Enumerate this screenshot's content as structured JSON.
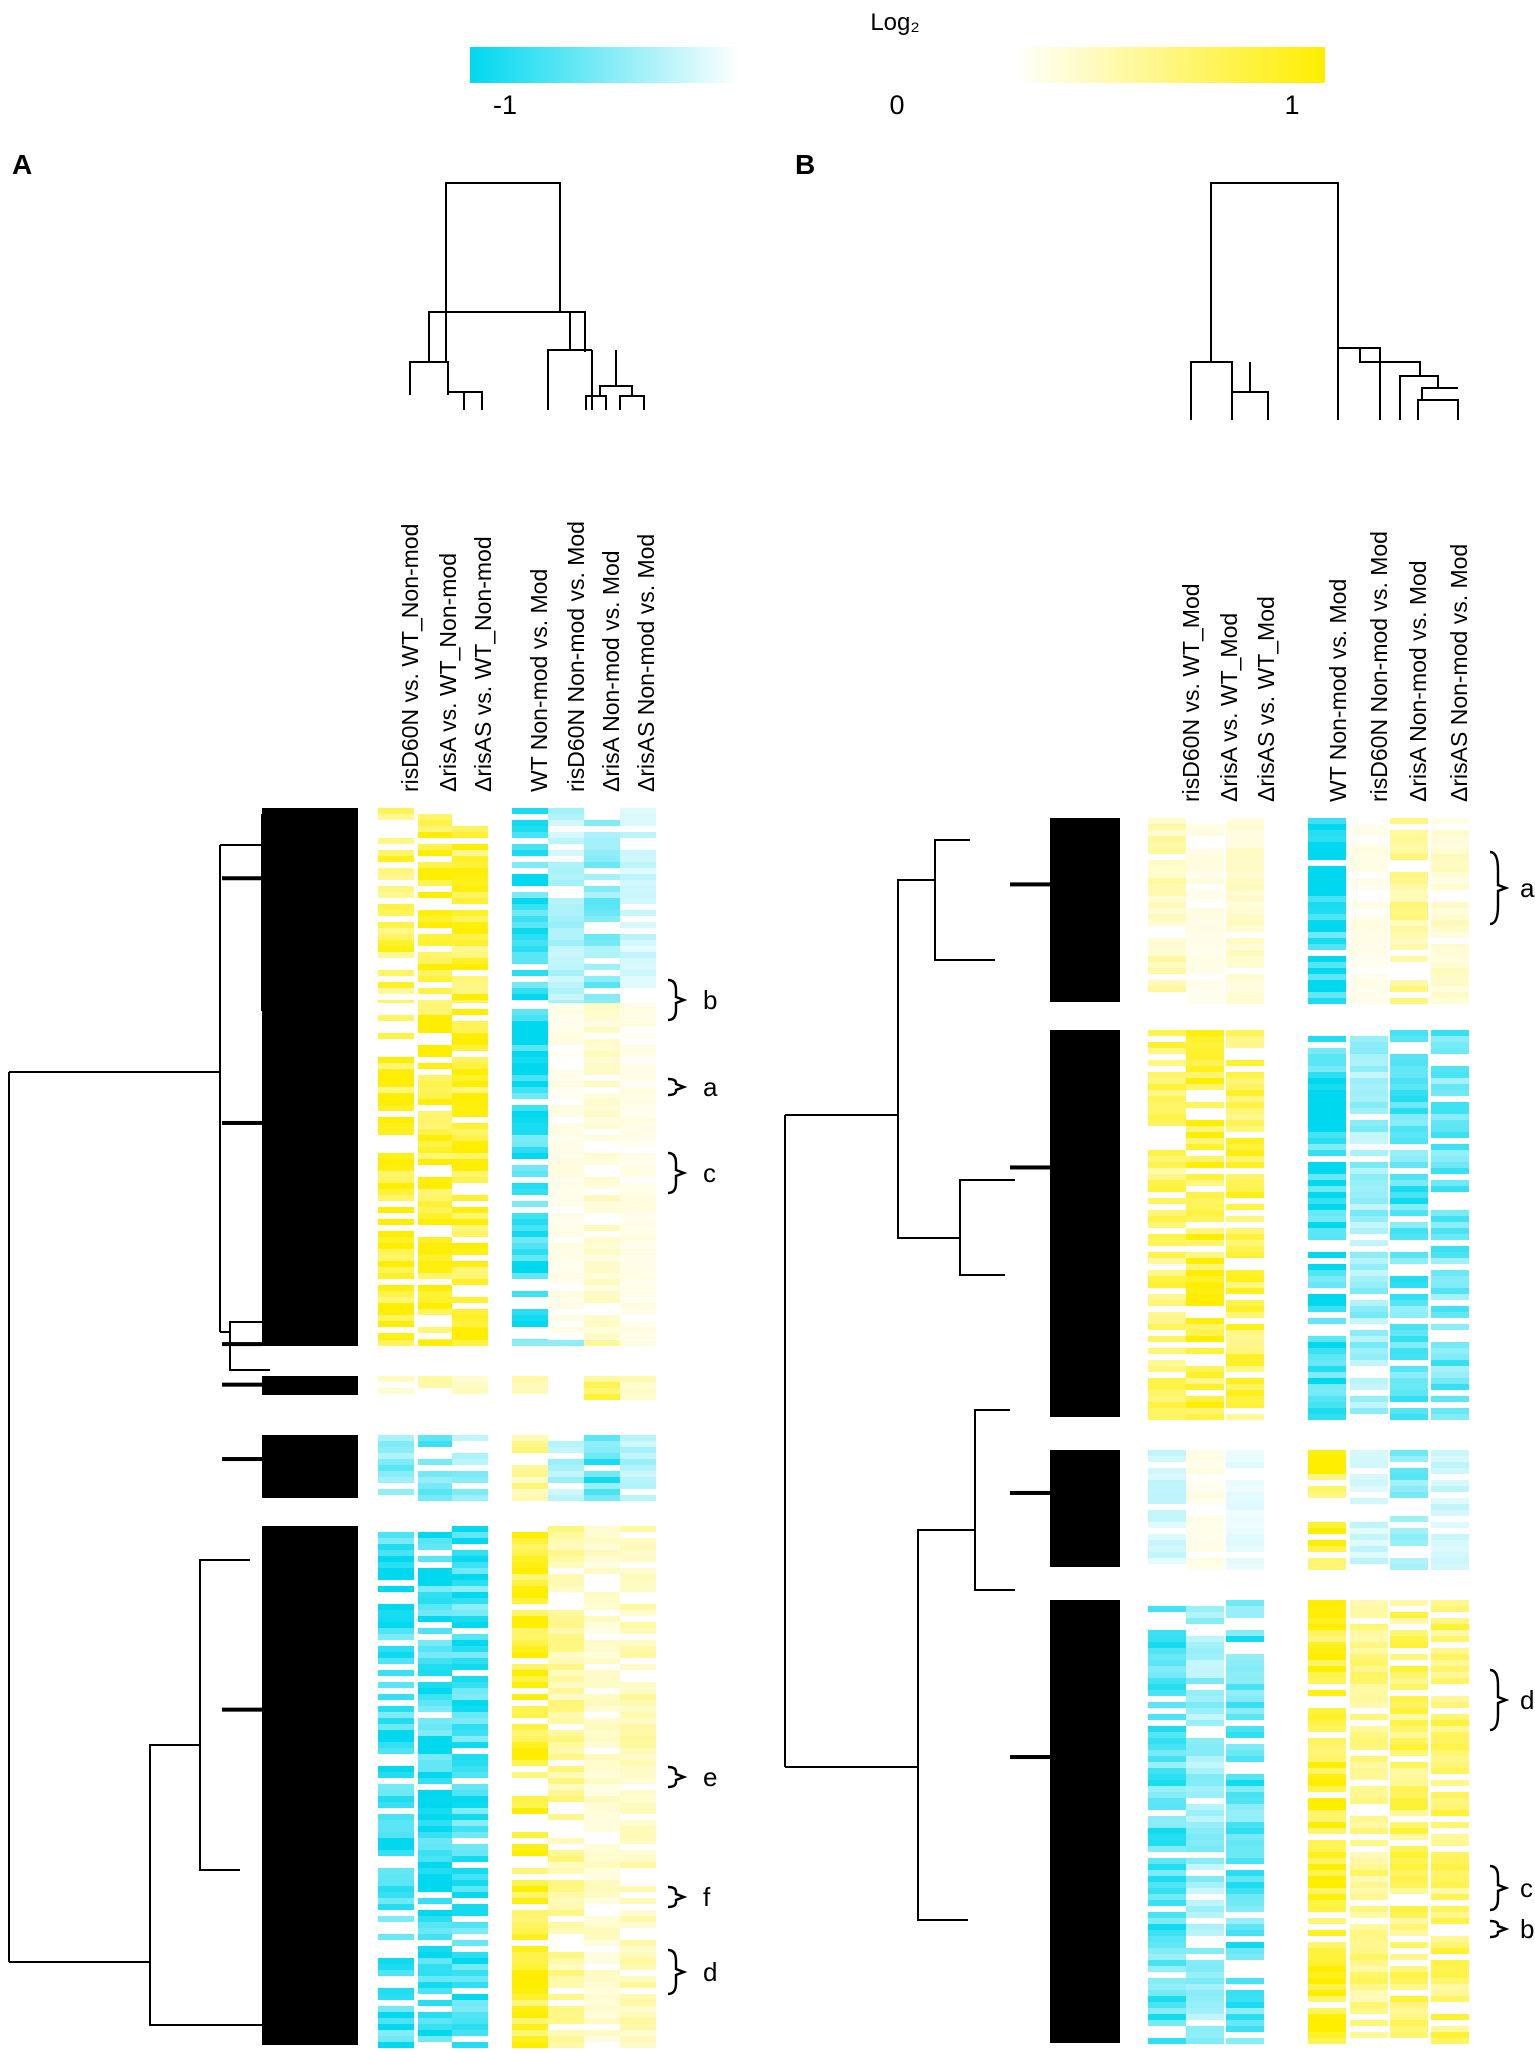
{
  "chart_data": {
    "type": "heatmap",
    "colorbar": {
      "title": "Log₂",
      "ticks": [
        "-1",
        "0",
        "1"
      ],
      "values": [
        -1,
        0,
        1
      ],
      "colors": {
        "low": "#00d8ef",
        "mid": "#ffffff",
        "high": "#ffee00"
      }
    },
    "panels": [
      {
        "letter": "A",
        "columns": [
          "risD60N  vs.  WT_Non-mod",
          "ΔrisA vs.  WT_Non-mod",
          "ΔrisAS vs. WT_Non-mod",
          "WT Non-mod  vs.  Mod",
          "risD60N Non-mod  vs.  Mod",
          "ΔrisA Non-mod vs.  Mod",
          "ΔrisAS Non-mod  vs.  Mod"
        ],
        "column_groups": [
          [
            0,
            1,
            2
          ],
          [
            3,
            4,
            5,
            6
          ]
        ],
        "clusters": [
          {
            "pattern": [
              0.7,
              0.9,
              0.8,
              -0.8,
              -0.3,
              -0.5,
              -0.2
            ]
          },
          {
            "pattern": [
              0.9,
              0.9,
              0.9,
              -0.9,
              0.1,
              0.2,
              0.1
            ]
          },
          {
            "pattern": [
              0.8,
              0.8,
              0.7,
              -0.8,
              -0.4,
              0.4,
              0.2
            ]
          },
          {
            "pattern": [
              0.2,
              0.4,
              0.3,
              0.3,
              0.2,
              0.6,
              0.3
            ]
          },
          {
            "pattern": [
              -0.5,
              -0.6,
              -0.4,
              0.4,
              -0.3,
              -0.7,
              -0.3
            ]
          },
          {
            "pattern": [
              -0.8,
              -0.9,
              -0.8,
              0.9,
              0.4,
              0.2,
              0.3
            ]
          }
        ],
        "annotations": [
          "b",
          "a",
          "c",
          "e",
          "f",
          "d"
        ]
      },
      {
        "letter": "B",
        "columns": [
          "risD60N  vs.  WT_Mod",
          "ΔrisA vs.  WT_Mod",
          "ΔrisAS vs.  WT_Mod",
          "WT Non-mod  vs.  Mod",
          "risD60N Non-mod  vs.  Mod",
          "ΔrisA Non-mod  vs.  Mod",
          "ΔrisAS Non-mod  vs.  Mod"
        ],
        "column_groups": [
          [
            0,
            1,
            2
          ],
          [
            3,
            4,
            5,
            6
          ]
        ],
        "clusters": [
          {
            "pattern": [
              0.3,
              0.1,
              0.2,
              -1.0,
              0.1,
              0.4,
              0.2
            ]
          },
          {
            "pattern": [
              0.6,
              0.8,
              0.7,
              -0.9,
              -0.4,
              -0.7,
              -0.6
            ]
          },
          {
            "pattern": [
              -0.2,
              0.1,
              -0.1,
              0.9,
              -0.2,
              -0.5,
              -0.2
            ]
          },
          {
            "pattern": [
              -0.7,
              -0.4,
              -0.7,
              0.9,
              0.5,
              0.6,
              0.6
            ]
          }
        ],
        "annotations": [
          "a",
          "d",
          "c",
          "b"
        ]
      }
    ]
  }
}
